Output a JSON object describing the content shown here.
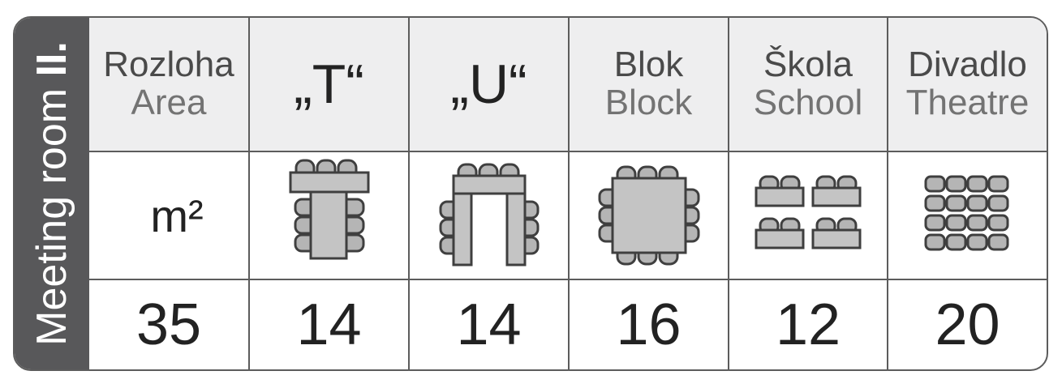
{
  "side_title": {
    "light": "Meeting room ",
    "bold": "II."
  },
  "headers": [
    {
      "line1": "Rozloha",
      "line2": "Area"
    },
    {
      "line1": "„T“",
      "line2": ""
    },
    {
      "line1": "„U“",
      "line2": ""
    },
    {
      "line1": "Blok",
      "line2": "Block"
    },
    {
      "line1": "Škola",
      "line2": "School"
    },
    {
      "line1": "Divadlo",
      "line2": "Theatre"
    }
  ],
  "area_unit": "m²",
  "icons": [
    "area-unit",
    "t-shape-table-icon",
    "u-shape-table-icon",
    "block-table-icon",
    "school-layout-icon",
    "theatre-layout-icon"
  ],
  "capacities": [
    "35",
    "14",
    "14",
    "16",
    "12",
    "20"
  ],
  "colors": {
    "side_bg": "#58585a",
    "header_bg": "#eeeeef",
    "border": "#5c5c5c",
    "seat": "#b5b5b5",
    "table": "#c4c4c4"
  }
}
